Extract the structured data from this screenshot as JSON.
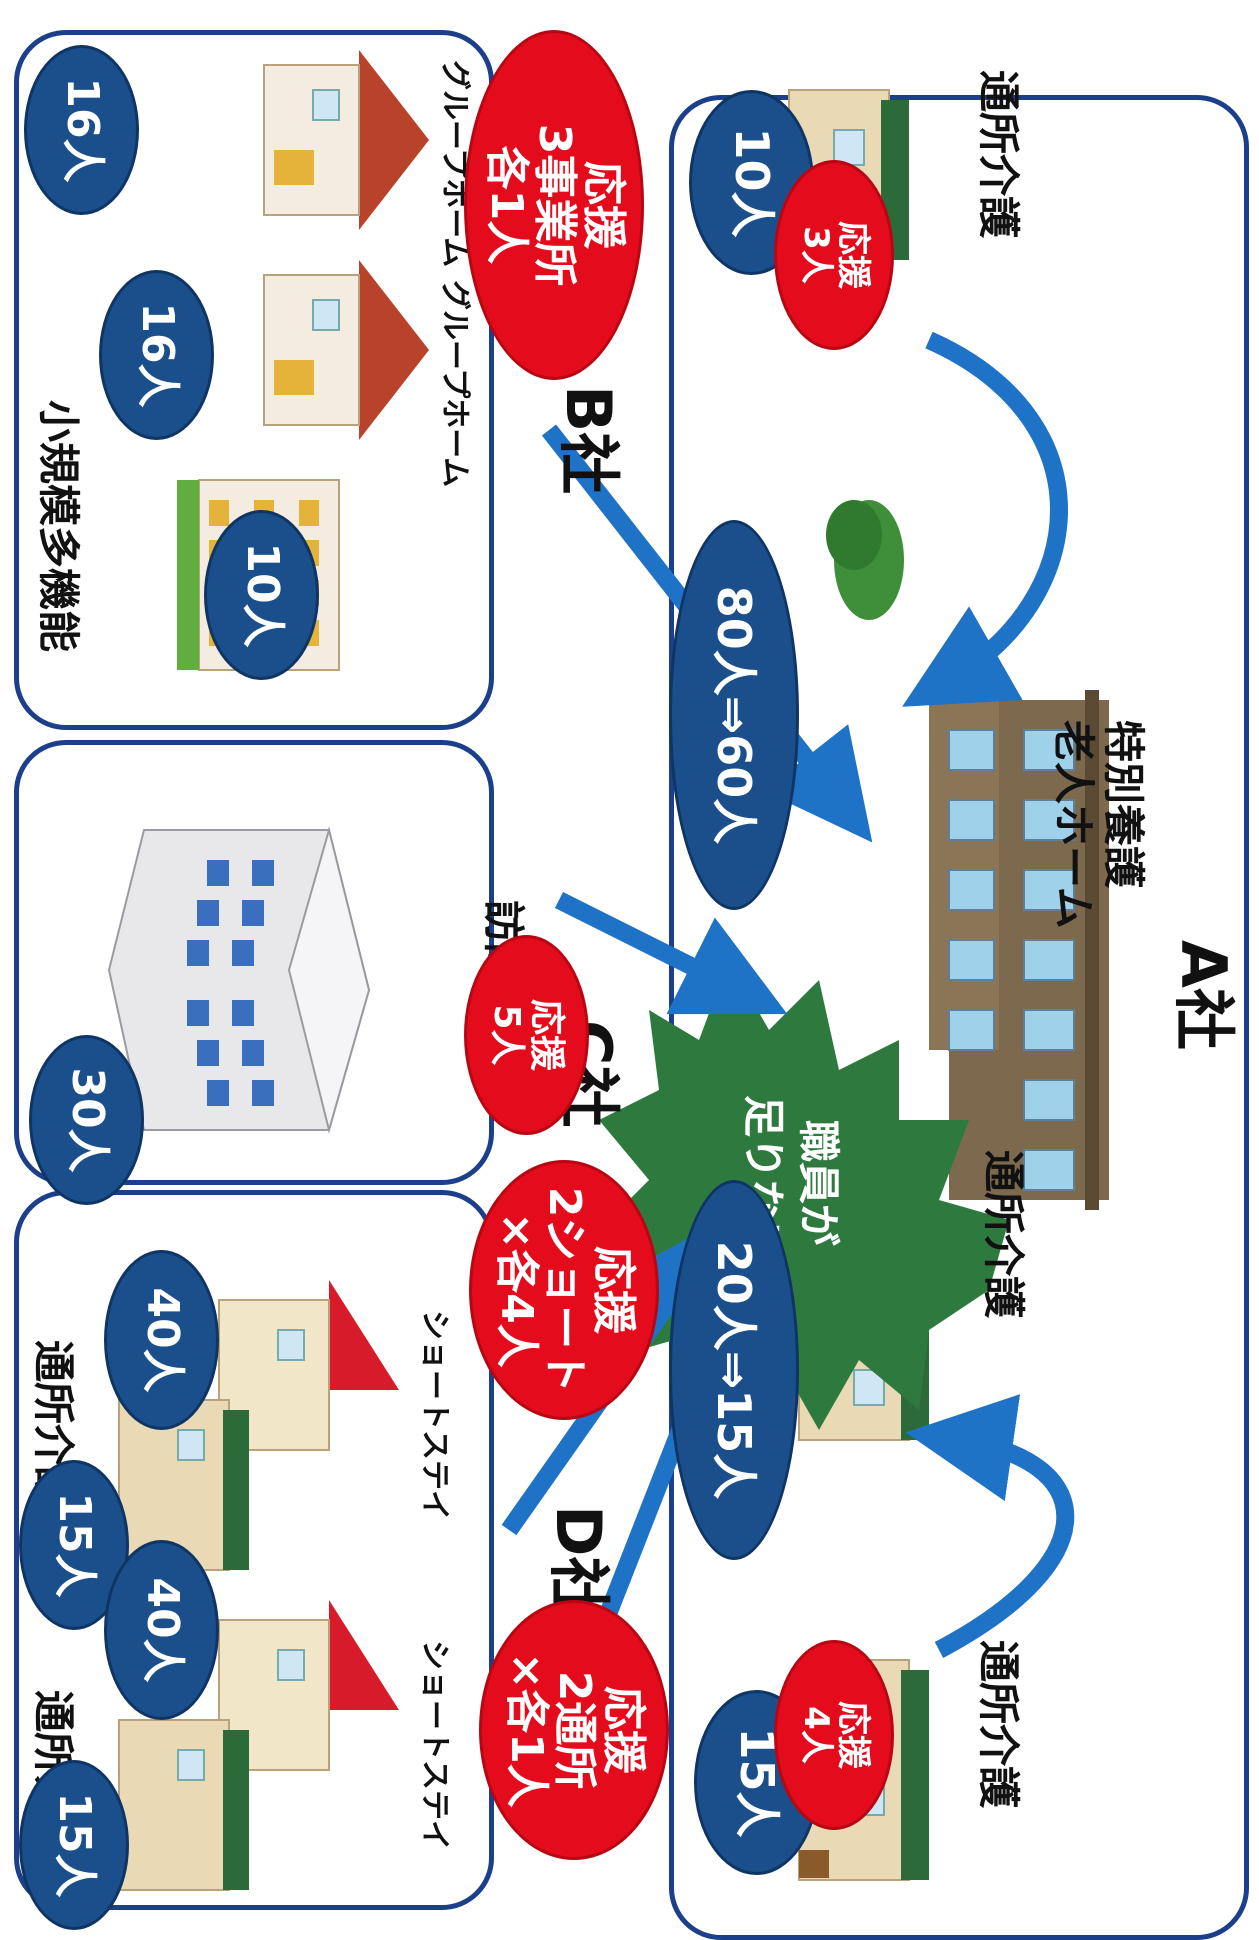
{
  "companies": {
    "a": {
      "name": "A社",
      "main_facility": {
        "line1": "特別養護",
        "line2": "老人ホーム",
        "staff": "80人⇒60人"
      },
      "shortage": {
        "line1": "職員が",
        "line2": "足りない"
      },
      "day_care_1": {
        "label": "通所介護",
        "staff": "10人",
        "support": {
          "line1": "応援",
          "line2": "3人"
        }
      },
      "day_care_2": {
        "label": "通所介護",
        "staff": "20人⇒15人"
      },
      "day_care_3": {
        "label": "通所介護",
        "staff": "15人",
        "support": {
          "line1": "応援",
          "line2": "4人"
        }
      }
    },
    "b": {
      "name": "B社",
      "caption": "小規模多機能",
      "group_home_1": {
        "label": "グループホーム",
        "staff": "16人"
      },
      "group_home_2": {
        "label": "グループホーム",
        "staff": "16人"
      },
      "facility_3": {
        "staff": "10人"
      },
      "support": {
        "line1": "応援",
        "line2": "3事業所",
        "line3": "各1人"
      }
    },
    "c": {
      "name": "C社",
      "caption": "訪問介護",
      "staff": "30人",
      "support": {
        "line1": "応援",
        "line2": "5人"
      }
    },
    "d": {
      "name": "D社",
      "short_stay_1": {
        "label": "ショートステイ",
        "staff": "40人"
      },
      "day_care_1": {
        "label": "通所介護",
        "staff": "15人"
      },
      "short_stay_2": {
        "label": "ショートステイ",
        "staff": "40人"
      },
      "day_care_2": {
        "label": "通所介護",
        "staff": "15人"
      },
      "support_short": {
        "line1": "応援",
        "line2": "2ショート",
        "line3": "×各4人"
      },
      "support_day": {
        "line1": "応援",
        "line2": "2通所",
        "line3": "×各1人"
      }
    }
  },
  "colors": {
    "staff_bubble": "#1a4f8c",
    "support_bubble": "#e30b1c",
    "arrow": "#1f73c6",
    "starburst": "#2e7a3e",
    "box_border": "#1b3f8b"
  }
}
